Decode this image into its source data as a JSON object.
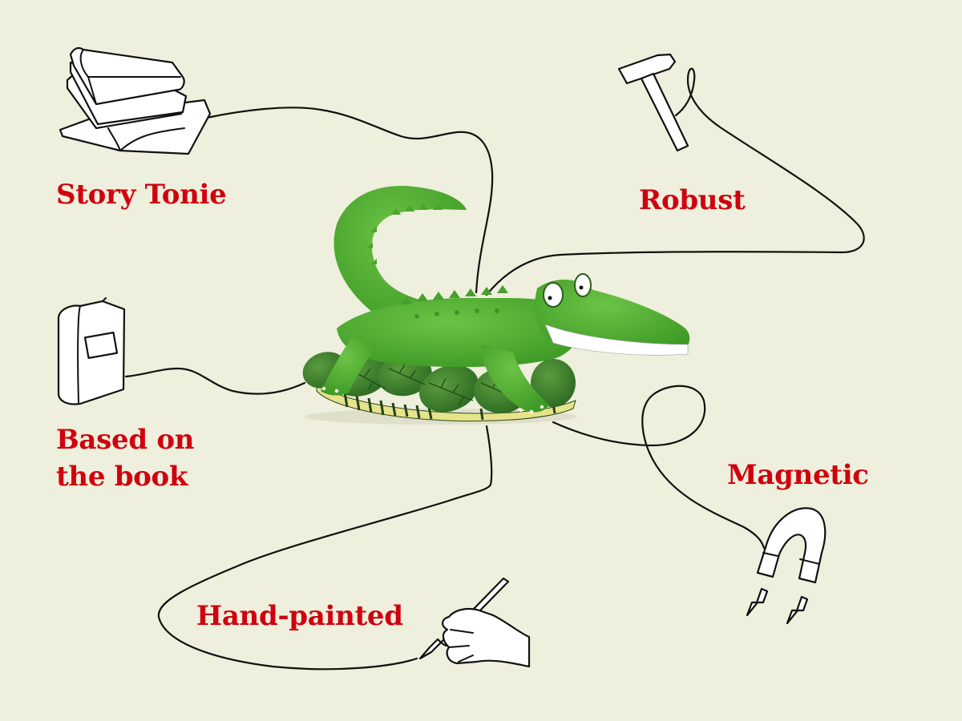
{
  "page": {
    "background_color": "#eeefdc",
    "label_color": "#d0000e",
    "line_color": "#111111"
  },
  "features": [
    {
      "id": "story-tonie",
      "label": "Story Tonie",
      "icon": "books-stack-icon"
    },
    {
      "id": "robust",
      "label": "Robust",
      "icon": "hammer-icon"
    },
    {
      "id": "based-on-book",
      "label_lines": [
        "Based on",
        "the book"
      ],
      "icon": "book-icon"
    },
    {
      "id": "magnetic",
      "label": "Magnetic",
      "icon": "horseshoe-magnet-icon"
    },
    {
      "id": "hand-painted",
      "label": "Hand-painted",
      "icon": "hand-with-brush-icon"
    }
  ],
  "product": {
    "figure": "green crocodile figurine on leafy base",
    "colors": {
      "body": "#4fae2f",
      "body_light": "#6cc446",
      "leaf": "#3f8a2c",
      "leaf_dark": "#2c6a22",
      "stripe": "#e6e38a",
      "teeth": "#ffffff"
    }
  }
}
